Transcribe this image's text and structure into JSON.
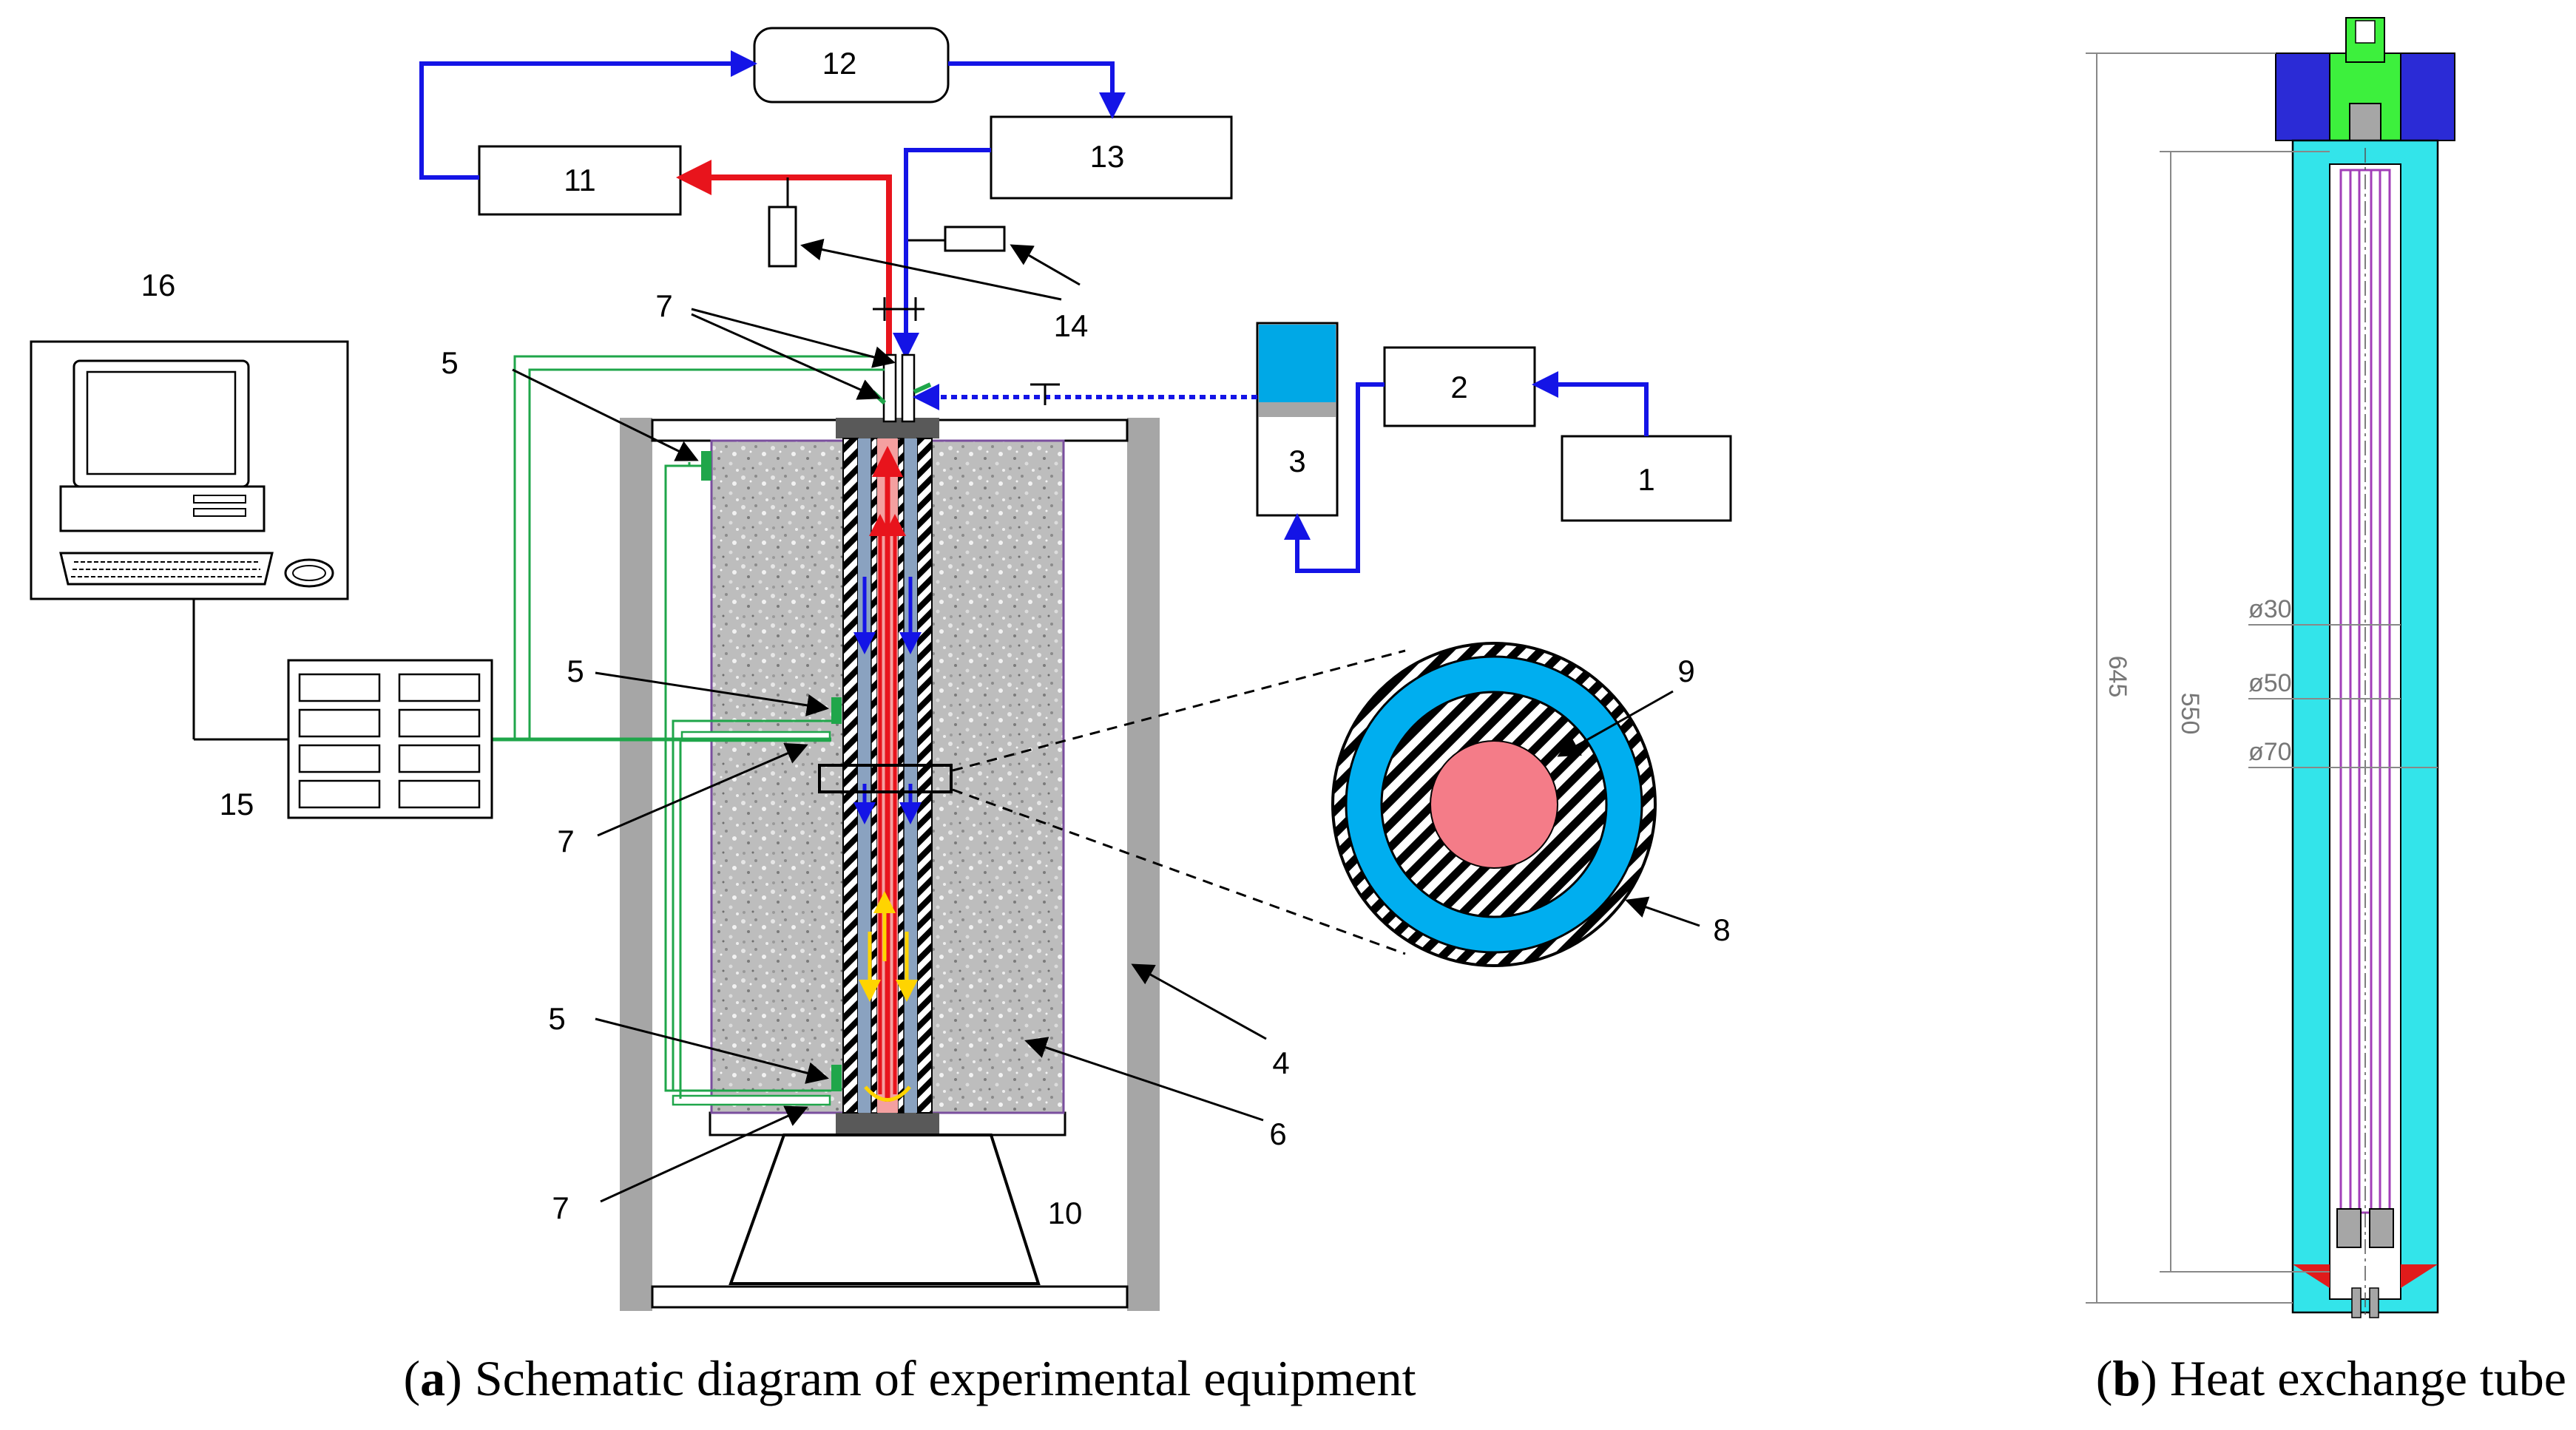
{
  "labels": {
    "n1": "1",
    "n2": "2",
    "n3": "3",
    "n4": "4",
    "n5a": "5",
    "n5b": "5",
    "n5c": "5",
    "n6": "6",
    "n7a": "7",
    "n7b": "7",
    "n7c": "7",
    "n8": "8",
    "n9": "9",
    "n10": "10",
    "n11": "11",
    "n12": "12",
    "n13": "13",
    "n14": "14",
    "n15": "15",
    "n16": "16"
  },
  "dimensions": {
    "d645": "645",
    "d550": "550",
    "phi30": "ø30",
    "phi50": "ø50",
    "phi70": "ø70"
  },
  "captions": {
    "a_letter": "a",
    "a_text": " Schematic diagram of experimental equipment",
    "b_letter": "b",
    "b_text": " Heat exchange tube",
    "paren_open": "(",
    "paren_close": ")"
  },
  "colors": {
    "hot": "#e8141c",
    "cold": "#1414e6",
    "sensor": "#1fa64a",
    "tank": "#00a8e6",
    "annulus": "#00aeef",
    "core": "#f47c88",
    "tube_cyan": "#33e4ea",
    "cap_blue": "#2b2bd6",
    "fitting_green": "#3df03d",
    "pipe_purple": "#a23fb8",
    "weld_red": "#e01b1b",
    "wall_gray": "#a6a6a6"
  }
}
